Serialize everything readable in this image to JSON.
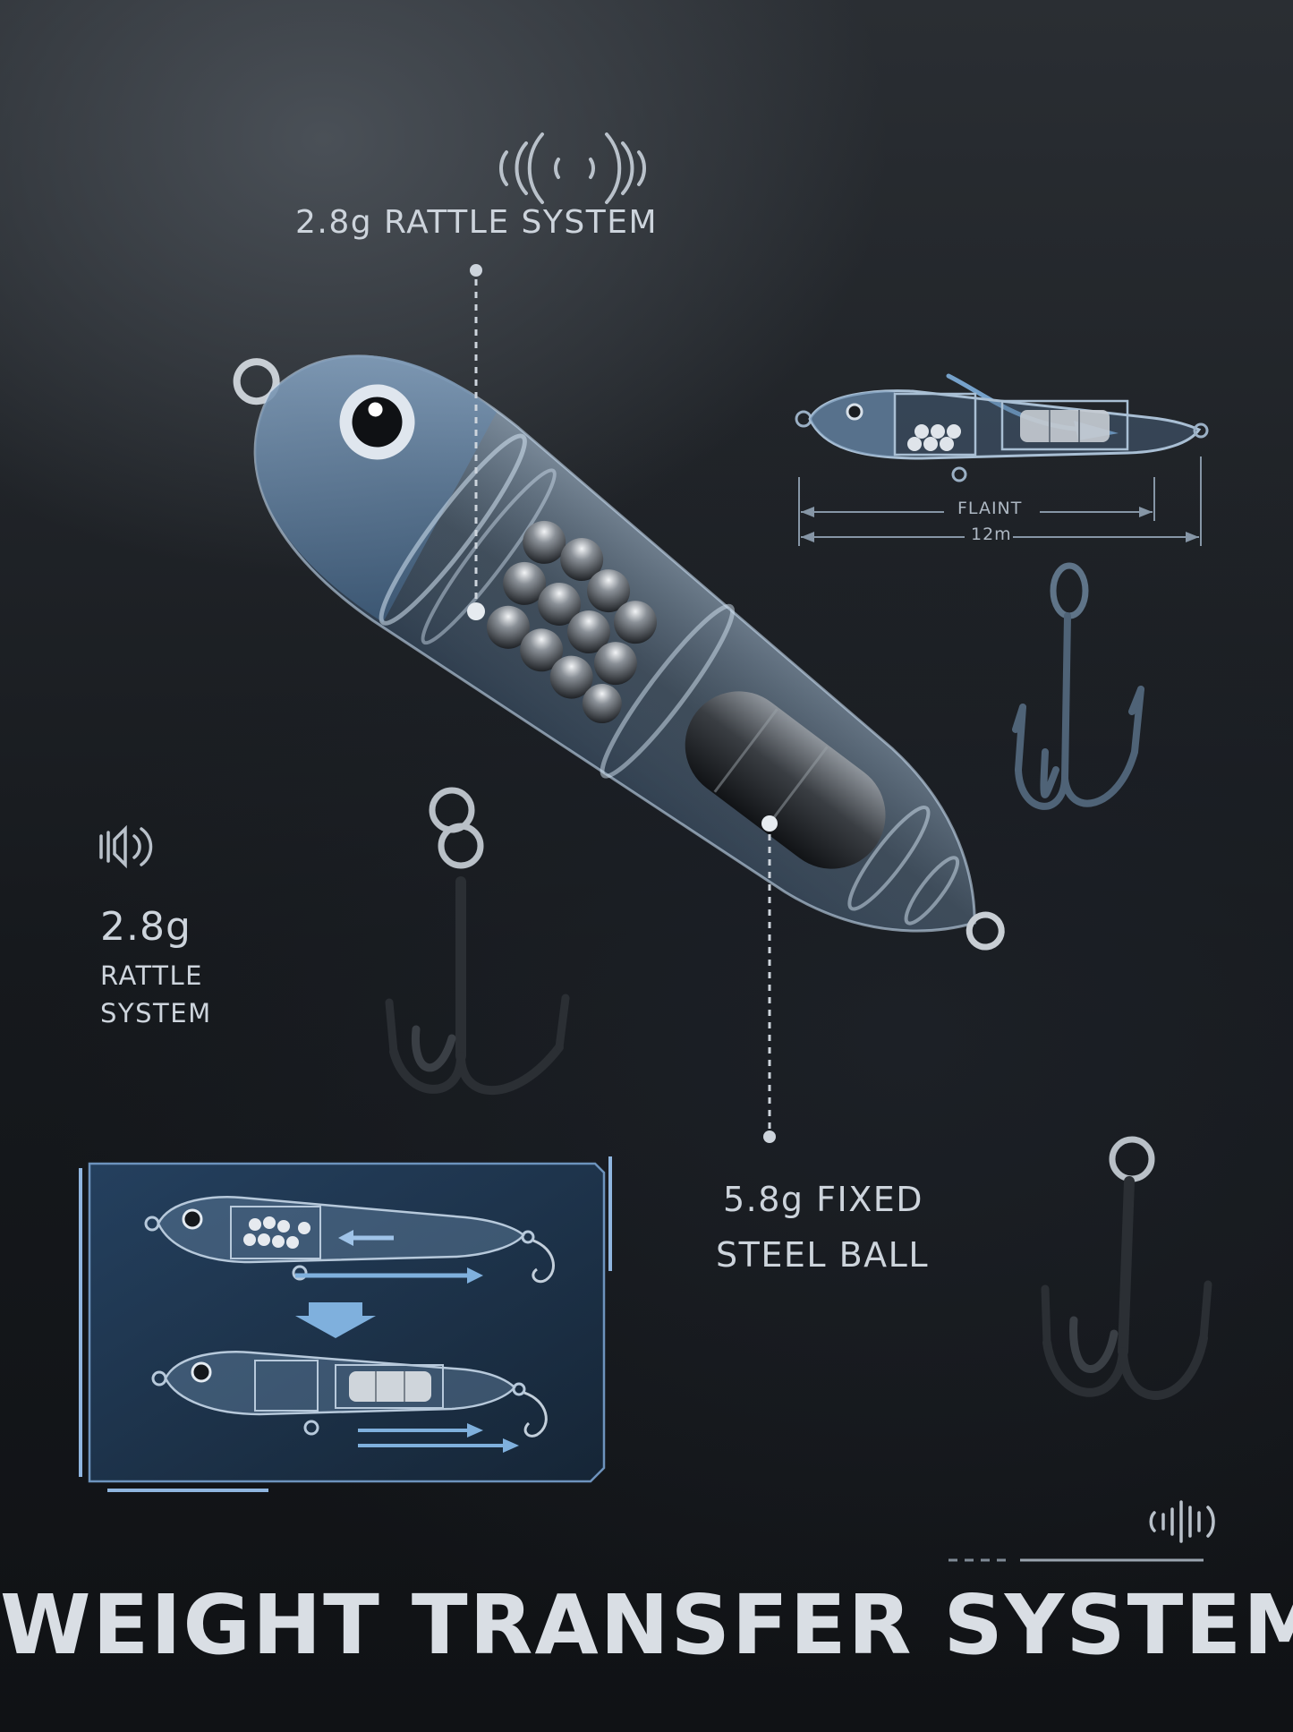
{
  "callouts": {
    "top_label": "2.8g RATTLE SYSTEM",
    "left_value": "2.8g",
    "left_line1": "RATTLE",
    "left_line2": "SYSTEM",
    "steel_line1": "5.8g FIXED",
    "steel_line2": "STEEL BALL"
  },
  "dimension": {
    "label": "FLAINT",
    "length": "12m"
  },
  "title": "WEIGHT TRANSFER SYSTEM",
  "icons": [
    "sound-waves-icon",
    "speaker-icon",
    "audio-waveform-icon"
  ],
  "colors": {
    "text": "#cdd4dc",
    "accent_blue": "#6fa3d6",
    "panel": "#1f3a55"
  }
}
